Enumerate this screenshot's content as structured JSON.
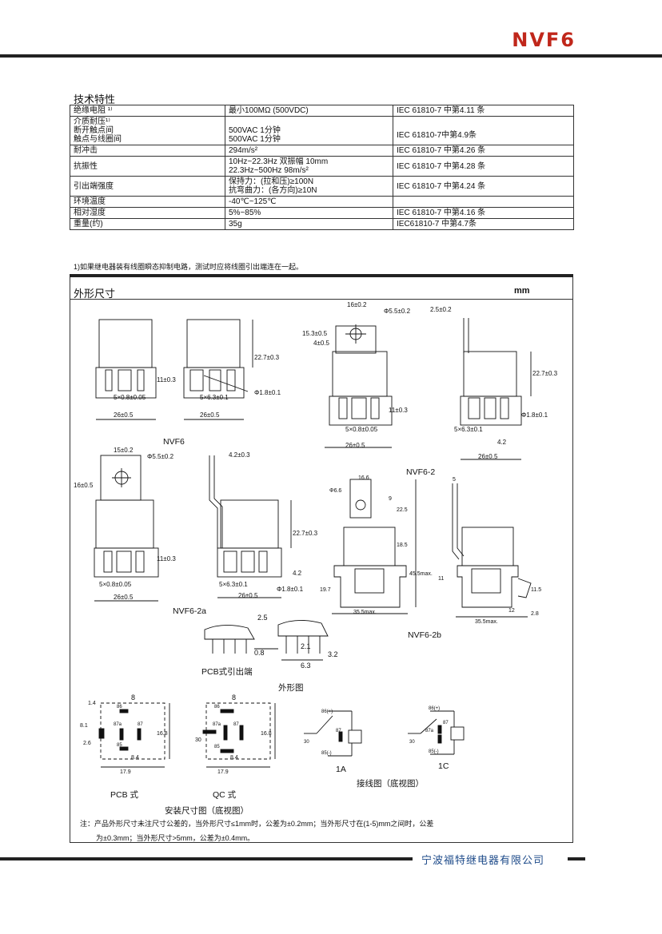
{
  "header": {
    "title": "NVF6"
  },
  "spec": {
    "heading": "技术特性",
    "rows": [
      {
        "c0": "绝缘电阻 ¹⁾",
        "c1": "最小100MΩ  (500VDC)",
        "c2": "IEC 61810-7 中第4.11 条"
      },
      {
        "c0": "介质耐压¹⁾\n断开触点间\n触点与线圈间",
        "c1": "\n500VAC  1分钟\n500VAC  1分钟",
        "c2": "\nIEC 61810-7中第4.9条"
      },
      {
        "c0": "耐冲击",
        "c1": "294m/s²",
        "c2": "IEC 61810-7 中第4.26 条"
      },
      {
        "c0": "抗振性",
        "c1": "10Hz~22.3Hz  双振幅 10mm\n22.3Hz~500Hz        98m/s²",
        "c2": "IEC 61810-7 中第4.28 条"
      },
      {
        "c0": "引出端强度",
        "c1": "保持力：(拉和压)≥100N\n抗弯曲力：(各方向)≥10N",
        "c2": "IEC 61810-7 中第4.24 条"
      },
      {
        "c0": "环境温度",
        "c1": "-40℃~125℃",
        "c2": ""
      },
      {
        "c0": "相对湿度",
        "c1": "5%~85%",
        "c2": "IEC 61810-7 中第4.16 条"
      },
      {
        "c0": "重量(约)",
        "c1": "35g",
        "c2": "IEC61810-7 中第4.7条"
      }
    ],
    "note": "1)如果继电器装有线圈瞬态抑制电路，测试时应将线圈引出端连在一起。"
  },
  "dims": {
    "heading": "外形尺寸",
    "unit": "mm",
    "labels": {
      "nvf6": "NVF6",
      "nvf6_2": "NVF6-2",
      "nvf6_2a": "NVF6-2a",
      "nvf6_2b": "NVF6-2b",
      "pcb_pins": "PCB式引出端",
      "outline": "外形图",
      "pcb": "PCB 式",
      "qc": "QC 式",
      "mount": "安装尺寸图（底视图）",
      "wiring": "接线图（底视图）",
      "w1a": "1A",
      "w1c": "1C"
    },
    "dim_text": {
      "d26": "26±0.5",
      "d227": "22.7±0.3",
      "d11": "11±0.3",
      "d5x08": "5×0.8±0.05",
      "d5x63": "5×6.3±0.1",
      "d18": "Φ1.8±0.1",
      "d16": "16±0.2",
      "d55": "Φ5.5±0.2",
      "d153": "15.3±0.5",
      "d4": "4±0.5",
      "d25": "2.5±0.2",
      "d42": "4.2",
      "d15": "15±0.2",
      "d16b": "16±0.5",
      "d42b": "4.2±0.3",
      "d35": "35.5max.",
      "d166": "16.6",
      "d66": "Φ6.6",
      "d9": "9",
      "d225": "22.5",
      "d185": "18.5",
      "d455": "45.5max.",
      "d197": "19.7",
      "d5": "5",
      "d11b": "11",
      "d12": "12",
      "d115": "11.5",
      "d28": "2.8",
      "d25b": "2.5",
      "d08": "0.8",
      "d21": "2.1",
      "d63": "6.3",
      "d32": "3.2",
      "d8": "8",
      "d14": "1.4",
      "d81": "8.1",
      "d26b": "2.6",
      "d168": "16.8",
      "d84": "8.4",
      "d179": "17.9",
      "d30": "30",
      "p86": "86",
      "p87a": "87a",
      "p87": "87",
      "p85": "85",
      "p86p": "86(+)",
      "p85m": "85(-)"
    },
    "note_a": "注：产品外形尺寸未注尺寸公差的，当外形尺寸≤1mm时，公差为±0.2mm；当外形尺寸在(1-5)mm之间时，公差",
    "note_b": "为±0.3mm；当外形尺寸>5mm，公差为±0.4mm。"
  },
  "footer": {
    "company": "宁波福特继电器有限公司"
  }
}
